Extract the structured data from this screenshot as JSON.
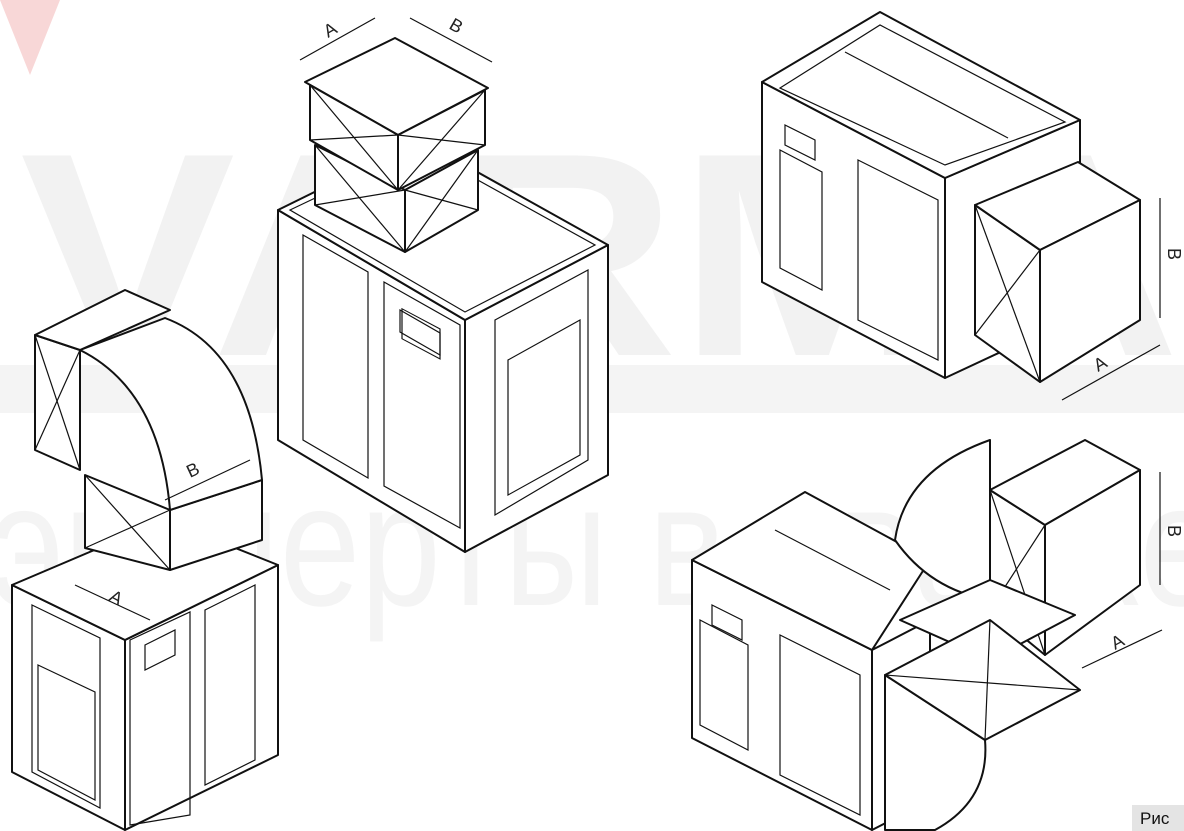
{
  "watermark": {
    "brand": "VARMA",
    "tagline": "эксперты в сварке",
    "color": "#f2cfcf"
  },
  "dimensions": {
    "a": "A",
    "b": "B"
  },
  "caption": "Рис",
  "colors": {
    "line": "#111111",
    "background": "#ffffff",
    "caption_bg": "#e4e4e4"
  }
}
